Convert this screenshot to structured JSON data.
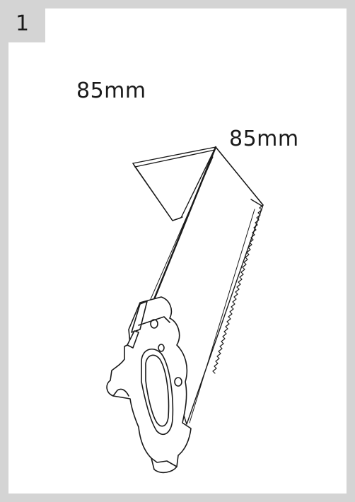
{
  "step": {
    "number": "1"
  },
  "measurements": {
    "first": "85mm",
    "second": "85mm"
  },
  "illustration": {
    "subject": "saw-cutting-corner",
    "frame_color": "#d4d4d4",
    "line_color": "#1a1a1a"
  }
}
